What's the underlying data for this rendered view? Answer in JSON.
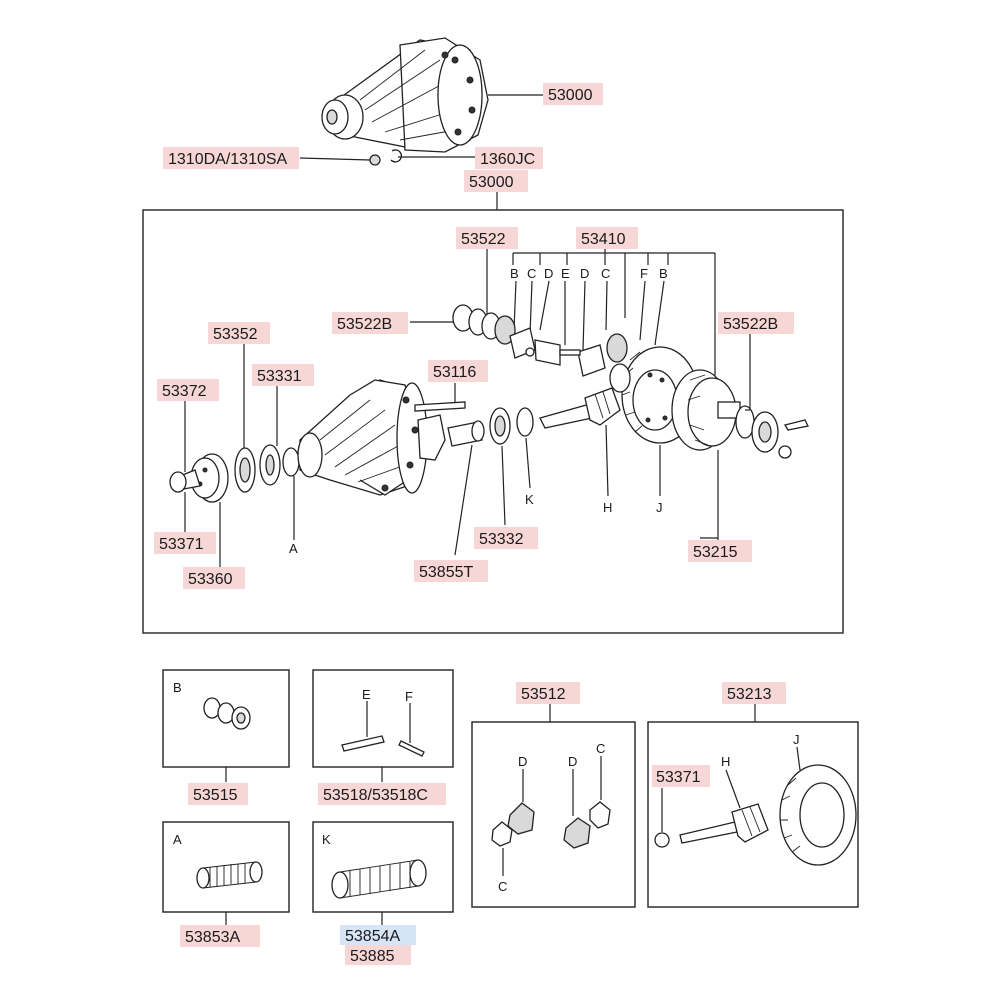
{
  "colors": {
    "part_number_highlight": "#f7d6d6",
    "selected_highlight": "#d6e4f7",
    "line": "#222222"
  },
  "labels": {
    "assy_top": "53000",
    "bolt_nut": "1310DA/1310SA",
    "plug": "1360JC",
    "assy_main": "53000",
    "p53522": "53522",
    "p53410": "53410",
    "p53522B_left": "53522B",
    "p53522B_right": "53522B",
    "p53352": "53352",
    "p53331": "53331",
    "p53372": "53372",
    "p53116": "53116",
    "p53371": "53371",
    "p53360": "53360",
    "p53332": "53332",
    "p53855T": "53855T",
    "p53215": "53215",
    "p53512": "53512",
    "p53213": "53213",
    "p53515": "53515",
    "p53518": "53518/53518C",
    "p53853A": "53853A",
    "p53854A": "53854A",
    "p53885": "53885",
    "p53371_box": "53371"
  },
  "letters": {
    "b1": "B",
    "c1": "C",
    "d1": "D",
    "e1": "E",
    "d2": "D",
    "c2": "C",
    "f1": "F",
    "b2": "B",
    "a_main": "A",
    "h_main": "H",
    "j_main": "J",
    "k_main": "K",
    "box_b": "B",
    "box_e": "E",
    "box_f": "F",
    "box_a": "A",
    "box_k": "K",
    "box_d1": "D",
    "box_d2": "D",
    "box_c1": "C",
    "box_c2": "C",
    "box_h": "H",
    "box_j": "J"
  }
}
